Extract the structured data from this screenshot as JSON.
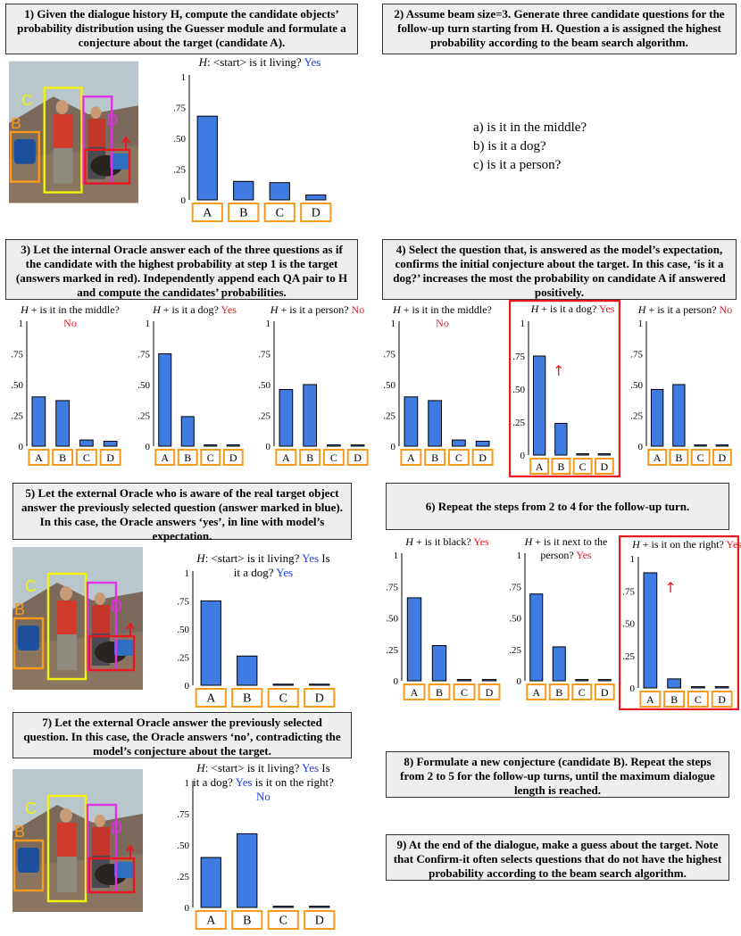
{
  "steps": {
    "s1": "1) Given the dialogue history H, compute the candidate objects’ probability distribution using the Guesser module and formulate a conjecture about the target (candidate A).",
    "s2": "2) Assume beam size=3. Generate three candidate questions for the follow-up turn starting from H. Question a is assigned the highest probability according to the beam search algorithm.",
    "s3": "3) Let the internal Oracle answer each of the three questions as if the candidate with the highest probability at step 1 is the target (answers marked in red). Independently append each QA pair to H and compute the candidates’ probabilities.",
    "s4": "4) Select the question that, is answered as the model’s expectation, confirms the initial conjecture about the target. In this case, ‘is it a dog?’ increases the most the probability on candidate A if answered positively.",
    "s5": "5) Let the external Oracle who is aware of the real target object answer the previously selected question (answer marked in blue). In this case, the Oracle answers ‘yes’, in line with model’s expectation.",
    "s6": "6) Repeat the steps from 2 to 4 for the follow-up turn.",
    "s7": "7) Let the external Oracle answer the previously selected question. In this case, the Oracle answers ‘no’, contradicting the model’s conjecture about the target.",
    "s8": "8) Formulate a new conjecture (candidate B). Repeat the steps from 2 to 5 for the follow-up turns, until the maximum dialogue length is reached.",
    "s9": "9) At the end of the dialogue, make a guess about the target. Note that Confirm-it often selects questions that do not have the highest probability according to the beam search algorithm."
  },
  "questions": [
    "a) is it in the middle?",
    "b) is it a dog?",
    "c) is it a person?"
  ],
  "bbox_labels": [
    "A",
    "B",
    "C",
    "D"
  ],
  "colors": {
    "bar": "#3f7be0",
    "box": "#f59a1c",
    "red": "#e8191e",
    "blue": "#1f3cf0"
  },
  "chart_data": [
    {
      "id": "c1",
      "type": "bar",
      "categories": [
        "A",
        "B",
        "C",
        "D"
      ],
      "values": [
        0.68,
        0.15,
        0.14,
        0.04
      ],
      "ylim": [
        0,
        1
      ],
      "yticks": [
        "0",
        ".25",
        ".50",
        ".75",
        "1"
      ],
      "title_parts": [
        {
          "t": "H",
          "i": true
        },
        {
          "t": ": <start> is it living? "
        },
        {
          "t": "Yes",
          "c": "blue"
        }
      ]
    },
    {
      "id": "c3a",
      "type": "bar",
      "categories": [
        "A",
        "B",
        "C",
        "D"
      ],
      "values": [
        0.4,
        0.37,
        0.05,
        0.04
      ],
      "ylim": [
        0,
        1
      ],
      "yticks": [
        "0",
        ".25",
        ".50",
        ".75",
        "1"
      ],
      "title_parts": [
        {
          "t": "H",
          "i": true
        },
        {
          "t": " + is it in the middle? "
        },
        {
          "t": "No",
          "c": "red"
        }
      ]
    },
    {
      "id": "c3b",
      "type": "bar",
      "categories": [
        "A",
        "B",
        "C",
        "D"
      ],
      "values": [
        0.75,
        0.24,
        0.01,
        0.01
      ],
      "ylim": [
        0,
        1
      ],
      "yticks": [
        "0",
        ".25",
        ".50",
        ".75",
        "1"
      ],
      "title_parts": [
        {
          "t": "H",
          "i": true
        },
        {
          "t": " + is it a dog? "
        },
        {
          "t": "Yes",
          "c": "red"
        }
      ]
    },
    {
      "id": "c3c",
      "type": "bar",
      "categories": [
        "A",
        "B",
        "C",
        "D"
      ],
      "values": [
        0.46,
        0.5,
        0.01,
        0.01
      ],
      "ylim": [
        0,
        1
      ],
      "yticks": [
        "0",
        ".25",
        ".50",
        ".75",
        "1"
      ],
      "title_parts": [
        {
          "t": "H",
          "i": true
        },
        {
          "t": " + is it a person? "
        },
        {
          "t": "No",
          "c": "red"
        }
      ]
    },
    {
      "id": "c4a",
      "type": "bar",
      "categories": [
        "A",
        "B",
        "C",
        "D"
      ],
      "values": [
        0.4,
        0.37,
        0.05,
        0.04
      ],
      "ylim": [
        0,
        1
      ],
      "yticks": [
        "0",
        ".25",
        ".50",
        ".75",
        "1"
      ],
      "title_parts": [
        {
          "t": "H",
          "i": true
        },
        {
          "t": " + is it in the middle? "
        },
        {
          "t": "No",
          "c": "red"
        }
      ]
    },
    {
      "id": "c4b",
      "type": "bar",
      "categories": [
        "A",
        "B",
        "C",
        "D"
      ],
      "values": [
        0.75,
        0.24,
        0.01,
        0.01
      ],
      "ylim": [
        0,
        1
      ],
      "yticks": [
        "0",
        ".25",
        ".50",
        ".75",
        "1"
      ],
      "highlight": true,
      "arrow": true,
      "title_parts": [
        {
          "t": "H",
          "i": true
        },
        {
          "t": " + is it a dog? "
        },
        {
          "t": "Yes",
          "c": "red"
        }
      ]
    },
    {
      "id": "c4c",
      "type": "bar",
      "categories": [
        "A",
        "B",
        "C",
        "D"
      ],
      "values": [
        0.46,
        0.5,
        0.01,
        0.01
      ],
      "ylim": [
        0,
        1
      ],
      "yticks": [
        "0",
        ".25",
        ".50",
        ".75",
        "1"
      ],
      "title_parts": [
        {
          "t": "H",
          "i": true
        },
        {
          "t": " + is it a person? "
        },
        {
          "t": "No",
          "c": "red"
        }
      ]
    },
    {
      "id": "c5",
      "type": "bar",
      "categories": [
        "A",
        "B",
        "C",
        "D"
      ],
      "values": [
        0.75,
        0.26,
        0.01,
        0.01
      ],
      "ylim": [
        0,
        1
      ],
      "yticks": [
        "0",
        ".25",
        ".50",
        ".75",
        "1"
      ],
      "title_parts": [
        {
          "t": "H",
          "i": true
        },
        {
          "t": ": <start> is it living? "
        },
        {
          "t": "Yes",
          "c": "blue"
        },
        {
          "t": " Is it a dog? "
        },
        {
          "t": "Yes",
          "c": "blue"
        }
      ]
    },
    {
      "id": "c6a",
      "type": "bar",
      "categories": [
        "A",
        "B",
        "C",
        "D"
      ],
      "values": [
        0.66,
        0.28,
        0.01,
        0.01
      ],
      "ylim": [
        0,
        1
      ],
      "yticks": [
        "0",
        ".25",
        ".50",
        ".75",
        "1"
      ],
      "title_parts": [
        {
          "t": "H",
          "i": true
        },
        {
          "t": " + is it black? "
        },
        {
          "t": "Yes",
          "c": "red"
        }
      ]
    },
    {
      "id": "c6b",
      "type": "bar",
      "categories": [
        "A",
        "B",
        "C",
        "D"
      ],
      "values": [
        0.69,
        0.27,
        0.01,
        0.01
      ],
      "ylim": [
        0,
        1
      ],
      "yticks": [
        "0",
        ".25",
        ".50",
        ".75",
        "1"
      ],
      "title_parts": [
        {
          "t": "H",
          "i": true
        },
        {
          "t": " + is it next to the person? "
        },
        {
          "t": "Yes",
          "c": "red"
        }
      ]
    },
    {
      "id": "c6c",
      "type": "bar",
      "categories": [
        "A",
        "B",
        "C",
        "D"
      ],
      "values": [
        0.89,
        0.07,
        0.01,
        0.01
      ],
      "ylim": [
        0,
        1
      ],
      "yticks": [
        "0",
        ".25",
        ".50",
        ".75",
        "1"
      ],
      "highlight": true,
      "arrow": true,
      "title_parts": [
        {
          "t": "H",
          "i": true
        },
        {
          "t": " + is it on the right? "
        },
        {
          "t": "Yes",
          "c": "red"
        }
      ]
    },
    {
      "id": "c7",
      "type": "bar",
      "categories": [
        "A",
        "B",
        "C",
        "D"
      ],
      "values": [
        0.4,
        0.59,
        0.01,
        0.01
      ],
      "ylim": [
        0,
        1
      ],
      "yticks": [
        "0",
        ".25",
        ".50",
        ".75",
        "1"
      ],
      "title_parts": [
        {
          "t": "H",
          "i": true
        },
        {
          "t": ": <start> is it living? "
        },
        {
          "t": "Yes",
          "c": "blue"
        },
        {
          "t": " Is it a dog? "
        },
        {
          "t": "Yes",
          "c": "blue"
        },
        {
          "t": " is it on the right? "
        },
        {
          "t": "No",
          "c": "blue"
        }
      ]
    }
  ]
}
